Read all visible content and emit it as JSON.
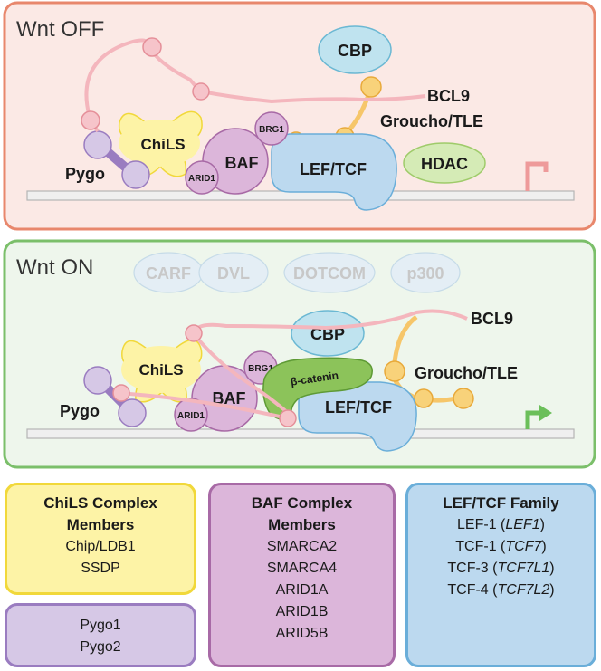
{
  "panels": {
    "off": {
      "title": "Wnt OFF",
      "labels": {
        "cbp": "CBP",
        "bcl9": "BCL9",
        "groucho": "Groucho/TLE",
        "chils": "ChiLS",
        "brg1": "BRG1",
        "baf": "BAF",
        "arid1": "ARID1",
        "pygo": "Pygo",
        "leftcf": "LEF/TCF",
        "hdac": "HDAC"
      },
      "state": "repressed"
    },
    "on": {
      "title": "Wnt ON",
      "ghost_labels": {
        "carf": "CARF",
        "dvl": "DVL",
        "dotcom": "DOTCOM",
        "p300": "p300"
      },
      "labels": {
        "bcl9": "BCL9",
        "cbp": "CBP",
        "groucho": "Groucho/TLE",
        "chils": "ChiLS",
        "brg1": "BRG1",
        "baf": "BAF",
        "arid1": "ARID1",
        "pygo": "Pygo",
        "bcatenin": "β-catenin",
        "leftcf": "LEF/TCF"
      },
      "state": "active"
    }
  },
  "legend": {
    "chils": {
      "title_line1": "ChiLS Complex",
      "title_line2": "Members",
      "items": [
        "Chip/LDB1",
        "SSDP"
      ]
    },
    "pygo": {
      "items": [
        "Pygo1",
        "Pygo2"
      ]
    },
    "baf": {
      "title_line1": "BAF Complex",
      "title_line2": "Members",
      "items": [
        "SMARCA2",
        "SMARCA4",
        "ARID1A",
        "ARID1B",
        "ARID5B"
      ]
    },
    "leftcf": {
      "title": "LEF/TCF Family",
      "items": [
        {
          "name": "LEF-1",
          "gene": "LEF1"
        },
        {
          "name": "TCF-1",
          "gene": "TCF7"
        },
        {
          "name": "TCF-3",
          "gene": "TCF7L1"
        },
        {
          "name": "TCF-4",
          "gene": "TCF7L2"
        }
      ]
    }
  },
  "colors": {
    "off_border": "#e8876c",
    "off_fill": "#fbe9e5",
    "on_border": "#7bbf6a",
    "on_fill": "#eef6ec",
    "chils": "#fdf3a6",
    "chils_border": "#f1d83a",
    "pygo": "#d6c8e6",
    "pygo_border": "#9a7cc0",
    "baf": "#dcb6da",
    "baf_border": "#a86aa6",
    "leftcf": "#bcd9ef",
    "leftcf_border": "#6aaed9",
    "cbp": "#bfe3ef",
    "hdac": "#d5ebb6",
    "bcl9": "#f4b6bd",
    "groucho": "#f6c66a",
    "bcatenin": "#8cc35a",
    "repress_arrow": "#ee9a9a",
    "activate_arrow": "#6bbf5a"
  }
}
